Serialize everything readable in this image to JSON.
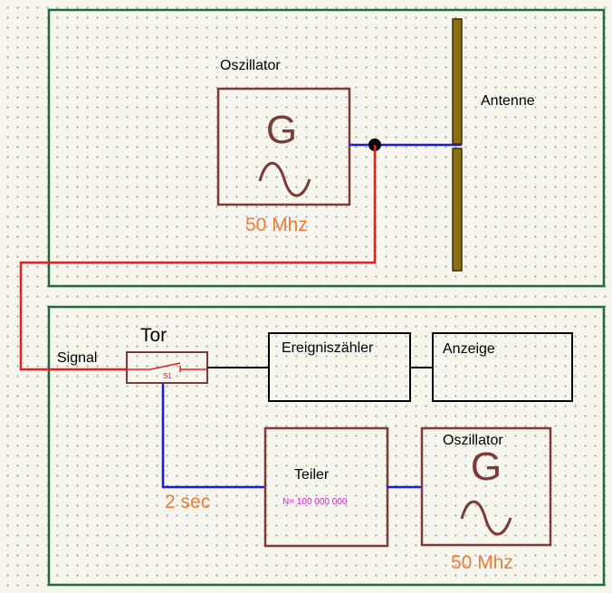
{
  "top_panel": {
    "oscillator_label": "Oszillator",
    "generator_symbol": "G",
    "frequency": "50 Mhz",
    "antenna_label": "Antenne"
  },
  "bottom_panel": {
    "signal_label": "Signal",
    "gate_label": "Tor",
    "switch_label": "S1",
    "counter_label": "Ereigniszähler",
    "display_label": "Anzeige",
    "gate_time": "2 sec",
    "divider_label": "Teiler",
    "divider_ratio": "N= 100 000 000",
    "oscillator_label": "Oszillator",
    "generator_symbol": "G",
    "frequency": "50 Mhz"
  },
  "colors": {
    "frame": "#1e6b3c",
    "box": "#7d3a37",
    "wire_red": "#ee1c1c",
    "wire_blue": "#1a1aee",
    "wire_black": "#000000",
    "antenna": "#8a6f10",
    "frequency_text": "#f07c3a",
    "ratio_text": "#d21ad2"
  }
}
